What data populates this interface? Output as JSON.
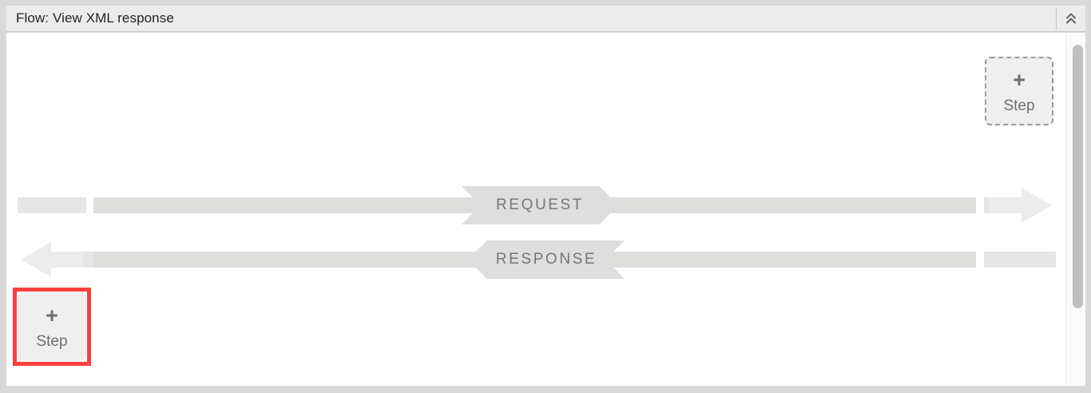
{
  "header": {
    "title": "Flow: View XML response",
    "collapse_icon": "double-chevron-up-icon"
  },
  "canvas": {
    "step_buttons": [
      {
        "id": "top-right",
        "plus": "+",
        "label": "Step",
        "highlighted": false
      },
      {
        "id": "bottom-left",
        "plus": "+",
        "label": "Step",
        "highlighted": true
      }
    ],
    "flows": [
      {
        "id": "request",
        "label": "REQUEST",
        "direction": "right"
      },
      {
        "id": "response",
        "label": "RESPONSE",
        "direction": "left"
      }
    ]
  },
  "colors": {
    "frame": "#d9d9d9",
    "header_bg": "#ececec",
    "canvas_bg": "#ffffff",
    "bar": "#e6e6e6",
    "bar_dark": "#dededc",
    "banner": "#dedede",
    "banner_text": "#767676",
    "step_fill": "#efefef",
    "step_border": "#9a9a9a",
    "step_text": "#6f6f6f",
    "highlight": "#fa4040",
    "scroll_thumb": "#c0c0c0"
  }
}
